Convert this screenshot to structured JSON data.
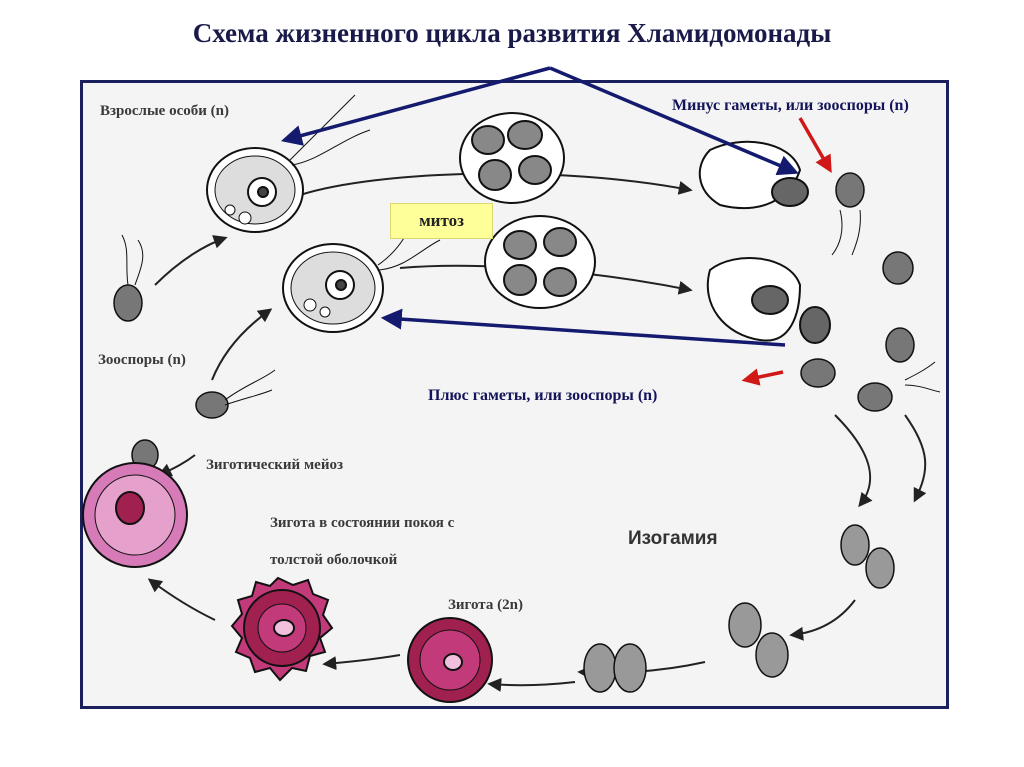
{
  "title": "Схема жизненного цикла развития Хламидомонады",
  "labels": {
    "adults": "Взрослые особи (n)",
    "mitosis": "митоз",
    "minus_gametes": "Минус гаметы, или зооспоры (n)",
    "plus_gametes": "Плюс гаметы, или зооспоры (n)",
    "zoospores": "Зооспоры (n)",
    "zygotic_meiosis": "Зиготический мейоз",
    "resting_zygote_line1": "Зигота в состоянии покоя с",
    "resting_zygote_line2": "толстой оболочкой",
    "isogamy": "Изогамия",
    "zygote": "Зигота (2n)"
  },
  "colors": {
    "title": "#1a1a4a",
    "frame_border": "#1a1f5e",
    "pointer_arrows": "#141a6e",
    "red_arrows": "#d01818",
    "zygote_fill": "#c23a7a",
    "mitosis_box": "#ffff99"
  }
}
